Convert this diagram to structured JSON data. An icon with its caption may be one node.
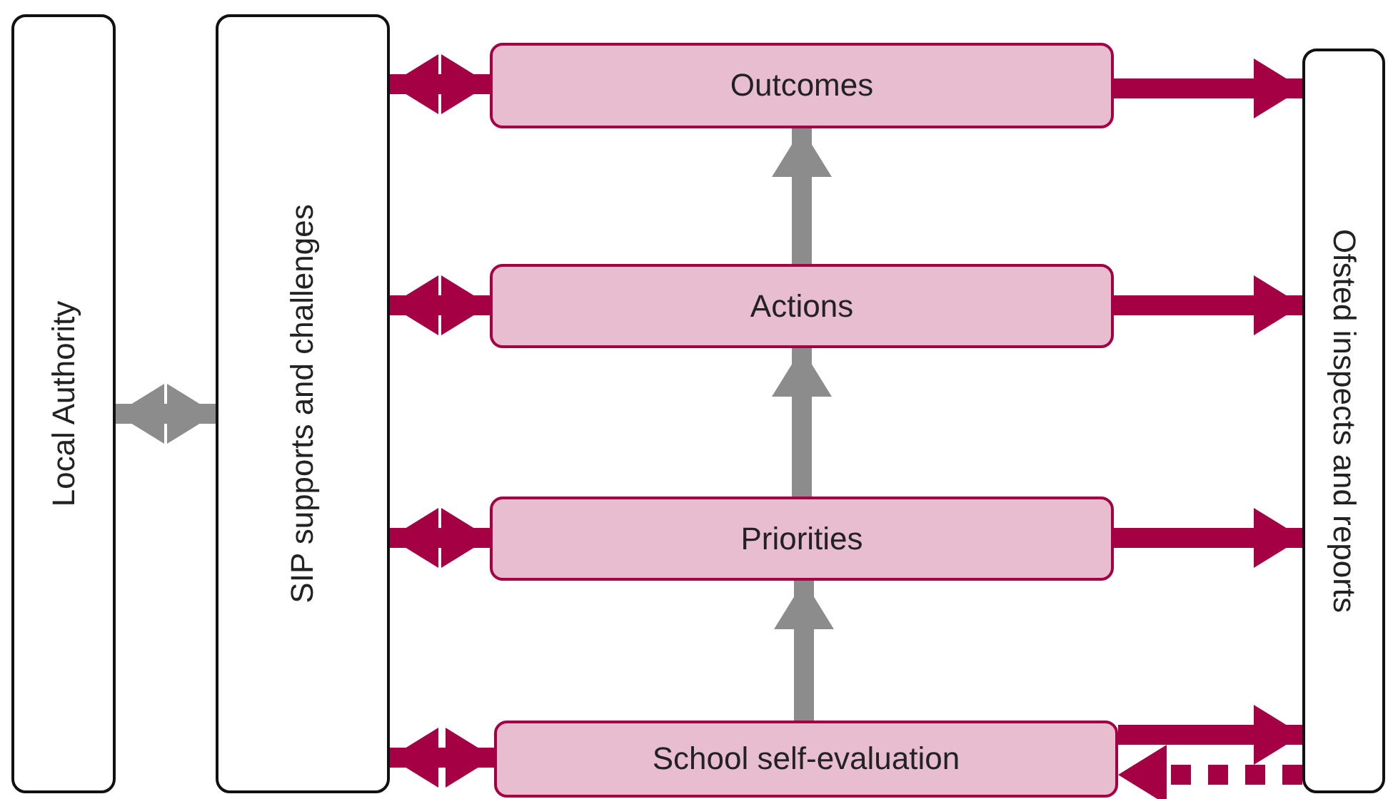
{
  "diagram": {
    "nodes": [
      {
        "text": [
          "Local Authority"
        ]
      },
      {
        "text": [
          "SIP supports and challenges"
        ]
      },
      {
        "text": [
          "Outcomes"
        ]
      },
      {
        "text": [
          "Actions"
        ]
      },
      {
        "text": [
          "Priorities"
        ]
      },
      {
        "text": [
          "School self-evaluation"
        ]
      },
      {
        "text": [
          "Ofsted inspects and reports"
        ]
      }
    ],
    "edges": [
      {
        "from": 0,
        "to": 1,
        "arrow": "both",
        "color": "#8c8c8c"
      },
      {
        "from": 1,
        "to": 2,
        "arrow": "both"
      },
      {
        "from": 1,
        "to": 3,
        "arrow": "both"
      },
      {
        "from": 1,
        "to": 4,
        "arrow": "both"
      },
      {
        "from": 1,
        "to": 5,
        "arrow": "both"
      },
      {
        "from": 3,
        "to": 2,
        "arrow": "to",
        "color": "#8c8c8c"
      },
      {
        "from": 4,
        "to": 3,
        "arrow": "to",
        "color": "#8c8c8c"
      },
      {
        "from": 5,
        "to": 4,
        "arrow": "to",
        "color": "#8c8c8c"
      },
      {
        "from": 2,
        "to": 6,
        "arrow": "to"
      },
      {
        "from": 3,
        "to": 6,
        "arrow": "to"
      },
      {
        "from": 4,
        "to": 6,
        "arrow": "to"
      },
      {
        "from": 5,
        "to": 6,
        "arrow": "to"
      },
      {
        "from": 6,
        "to": 5,
        "arrow": "to",
        "style": "dashed"
      }
    ]
  }
}
